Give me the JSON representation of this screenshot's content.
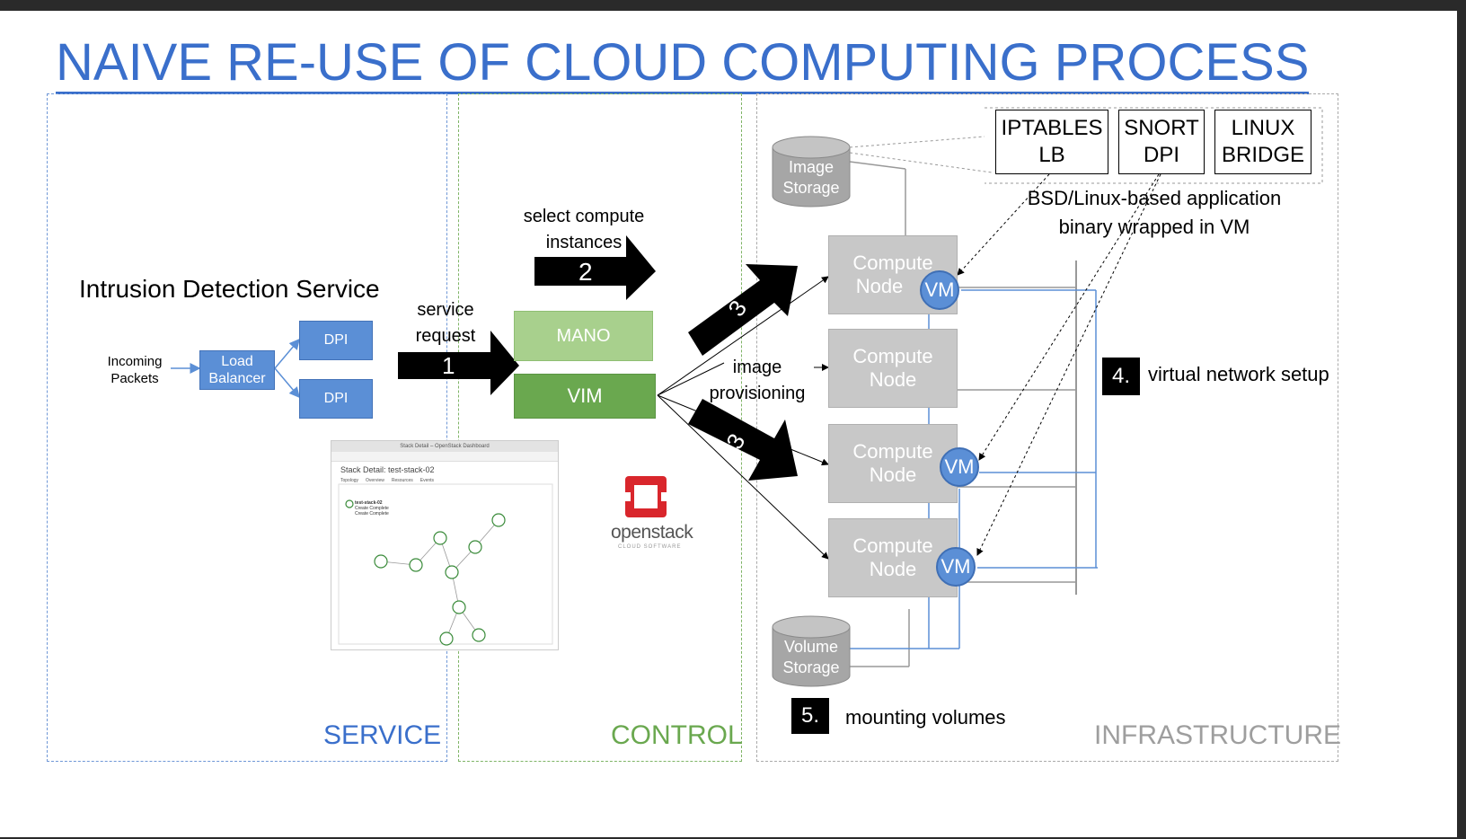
{
  "title": "NAIVE RE-USE OF CLOUD COMPUTING PROCESS",
  "zones": {
    "service": "SERVICE",
    "control": "CONTROL",
    "infrastructure": "INFRASTRUCTURE"
  },
  "service": {
    "heading": "Intrusion Detection Service",
    "incoming_line1": "Incoming",
    "incoming_line2": "Packets",
    "lb_line1": "Load",
    "lb_line2": "Balancer",
    "dpi_top": "DPI",
    "dpi_bottom": "DPI"
  },
  "steps": {
    "s1": "1",
    "s1_line1": "service",
    "s1_line2": "request",
    "s2": "2",
    "s2_line1": "select compute",
    "s2_line2": "instances",
    "s3a": "3",
    "s3b": "3",
    "img_line1": "image",
    "img_line2": "provisioning",
    "s4": "4.",
    "s4_label": "virtual network setup",
    "s5": "5.",
    "s5_label": "mounting volumes"
  },
  "control": {
    "mano": "MANO",
    "vim": "VIM"
  },
  "storage": {
    "image_line1": "Image",
    "image_line2": "Storage",
    "volume_line1": "Volume",
    "volume_line2": "Storage"
  },
  "compute": {
    "line1": "Compute",
    "line2": "Node",
    "vm": "VM"
  },
  "apps": {
    "a1_line1": "IPTABLES",
    "a1_line2": "LB",
    "a2_line1": "SNORT",
    "a2_line2": "DPI",
    "a3_line1": "LINUX",
    "a3_line2": "BRIDGE",
    "caption_line1": "BSD/Linux-based application",
    "caption_line2": "binary wrapped in VM"
  },
  "screenshot": {
    "window_title": "Stack Detail – OpenStack Dashboard",
    "heading": "Stack Detail: test-stack-02",
    "tab1": "Topology",
    "tab2": "Overview",
    "tab3": "Resources",
    "tab4": "Events",
    "node_label": "test-stack-02",
    "status1": "Create Complete",
    "status2": "Create Complete"
  },
  "logo": {
    "name": "openstack",
    "tagline": "CLOUD SOFTWARE"
  },
  "colors": {
    "title": "#3a6fcb",
    "service": "#3a6fcb",
    "control": "#6aa84f",
    "infrastructure": "#9e9e9e",
    "mano": "#a8d08d",
    "vim": "#6aa84f",
    "blue_box": "#5b8fd6",
    "openstack_red": "#d9262c"
  }
}
